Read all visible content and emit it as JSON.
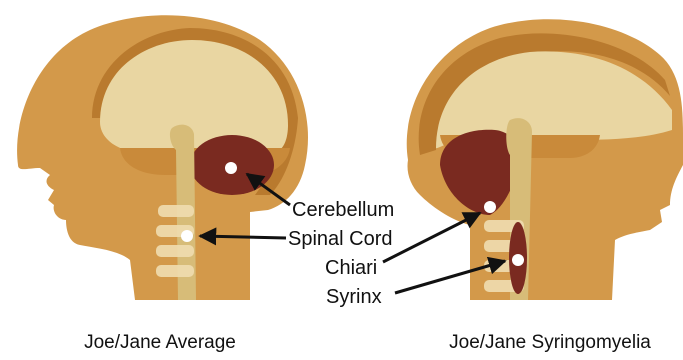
{
  "labels": {
    "cerebellum": "Cerebellum",
    "spinal_cord": "Spinal Cord",
    "chiari": "Chiari",
    "syrinx": "Syrinx"
  },
  "captions": {
    "left": "Joe/Jane Average",
    "right": "Joe/Jane Syringomyelia"
  },
  "colors": {
    "skin": "#D3994A",
    "skin_dark": "#B97A2E",
    "brain": "#E9D6A2",
    "cord": "#D7BC78",
    "cerebellum": "#7A2A20",
    "vertebra": "#F0DDB0",
    "marker": "#FFFFFF",
    "arrow": "#111111"
  }
}
